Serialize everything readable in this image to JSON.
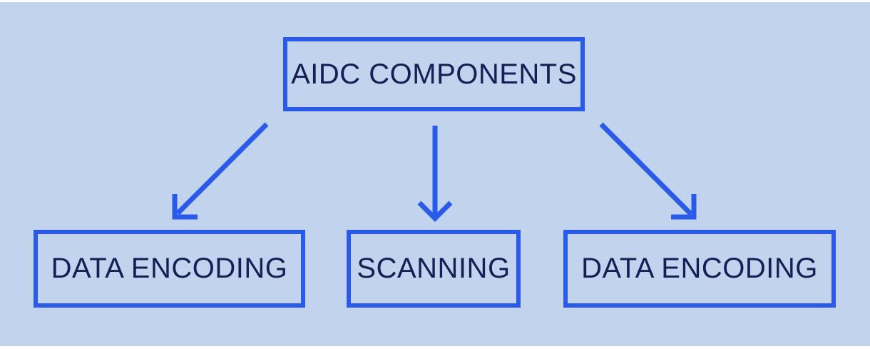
{
  "diagram": {
    "root": {
      "label": "AIDC COMPONENTS"
    },
    "children": [
      {
        "label": "DATA ENCODING"
      },
      {
        "label": "SCANNING"
      },
      {
        "label": "DATA ENCODING"
      }
    ],
    "connections": [
      {
        "from": "AIDC COMPONENTS",
        "to": "DATA ENCODING",
        "position": "left"
      },
      {
        "from": "AIDC COMPONENTS",
        "to": "SCANNING",
        "position": "center"
      },
      {
        "from": "AIDC COMPONENTS",
        "to": "DATA ENCODING",
        "position": "right"
      }
    ],
    "colors": {
      "background": "#c2d3ee",
      "frame": "#ffffff",
      "box_border": "#2a5be8",
      "arrow": "#2a5be8",
      "text": "#161e55"
    }
  }
}
